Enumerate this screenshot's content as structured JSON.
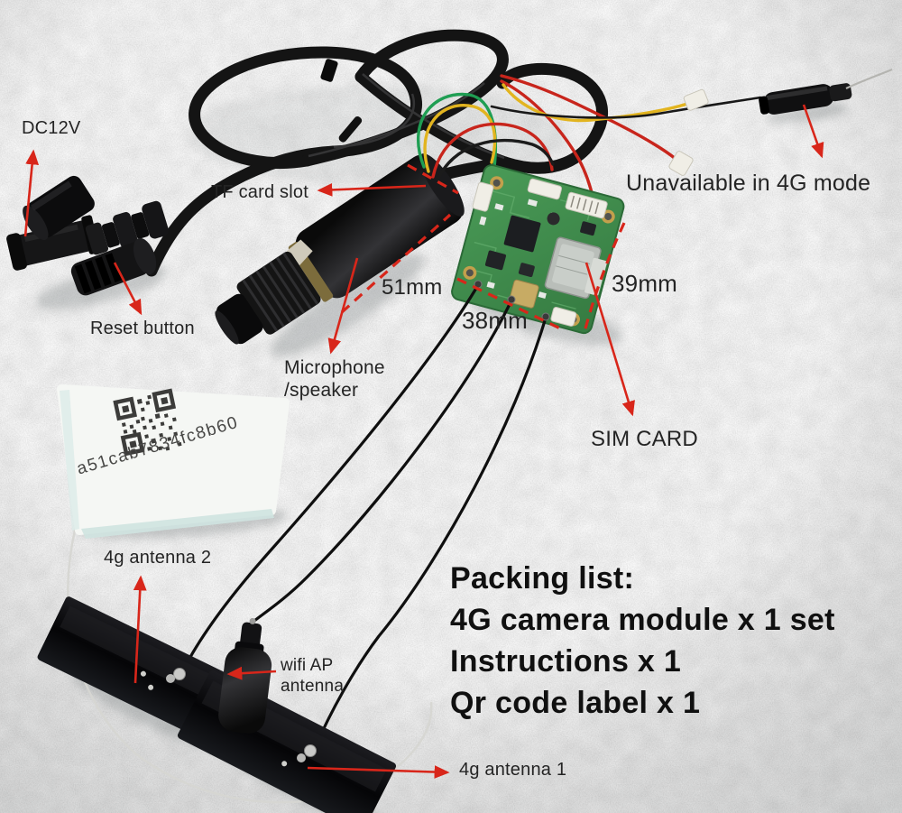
{
  "scene": {
    "description": "4G camera module kit laid on white packing foam with red annotation arrows",
    "background_color": "#d0d1d0",
    "annotation_color": "#d8261a",
    "text_color": "#242424"
  },
  "annotations": {
    "dc12v": {
      "label": "DC12V"
    },
    "tf_card_slot": {
      "label": "TF card slot"
    },
    "reset_button": {
      "label": "Reset button"
    },
    "microphone": {
      "line1": "Microphone",
      "line2": "/speaker"
    },
    "unavailable_4g": {
      "label": "Unavailable in 4G mode"
    },
    "sim_card": {
      "label": "SIM CARD"
    },
    "antenna_4g_2": {
      "label": "4g antenna 2"
    },
    "wifi_ap": {
      "line1": "wifi AP",
      "line2": "antenna"
    },
    "antenna_4g_1": {
      "label": "4g antenna 1"
    }
  },
  "dimensions": {
    "camera_length": "51mm",
    "board_width": "38mm",
    "board_height": "39mm"
  },
  "qr_label": {
    "code": "a51cab7834fc8b60"
  },
  "packing_list": {
    "title": "Packing list:",
    "items": [
      "4G camera module x 1 set",
      "Instructions x 1",
      "Qr code label x 1"
    ]
  },
  "colors": {
    "pcb_green": "#3e8d4b",
    "wire_red": "#c8251c",
    "wire_yellow": "#e2b41f",
    "wire_green": "#1f9e53",
    "cable_black": "#141414",
    "sim_slot_silver": "#b9beb9",
    "connector_white": "#f0eee6",
    "qr_card_white": "#f5f7f4"
  }
}
